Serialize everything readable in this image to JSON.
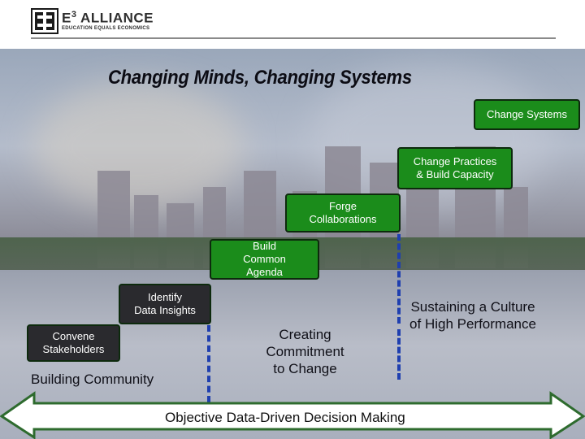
{
  "header": {
    "logo_title": "E",
    "logo_sup": "3",
    "logo_title_rest": " ALLIANCE",
    "logo_tagline": "EDUCATION EQUALS ECONOMICS"
  },
  "title": "Changing Minds, Changing Systems",
  "steps": {
    "change_systems": "Change Systems",
    "change_practices": "Change Practices\n& Build Capacity",
    "forge": "Forge\nCollaborations",
    "build": "Build\nCommon\nAgenda",
    "identify": "Identify\nData Insights",
    "convene": "Convene\nStakeholders"
  },
  "phases": {
    "building": "Building Community",
    "commitment": "Creating\nCommitment\nto Change",
    "sustaining": "Sustaining a Culture\nof High Performance"
  },
  "arrow_label": "Objective Data-Driven Decision Making",
  "colors": {
    "step_green": "#1b8c1b",
    "step_dark": "#2a2a2e",
    "divider_blue": "#1f3fb0",
    "arrow_fill": "#ffffff",
    "arrow_outline": "#2e6b2e"
  }
}
